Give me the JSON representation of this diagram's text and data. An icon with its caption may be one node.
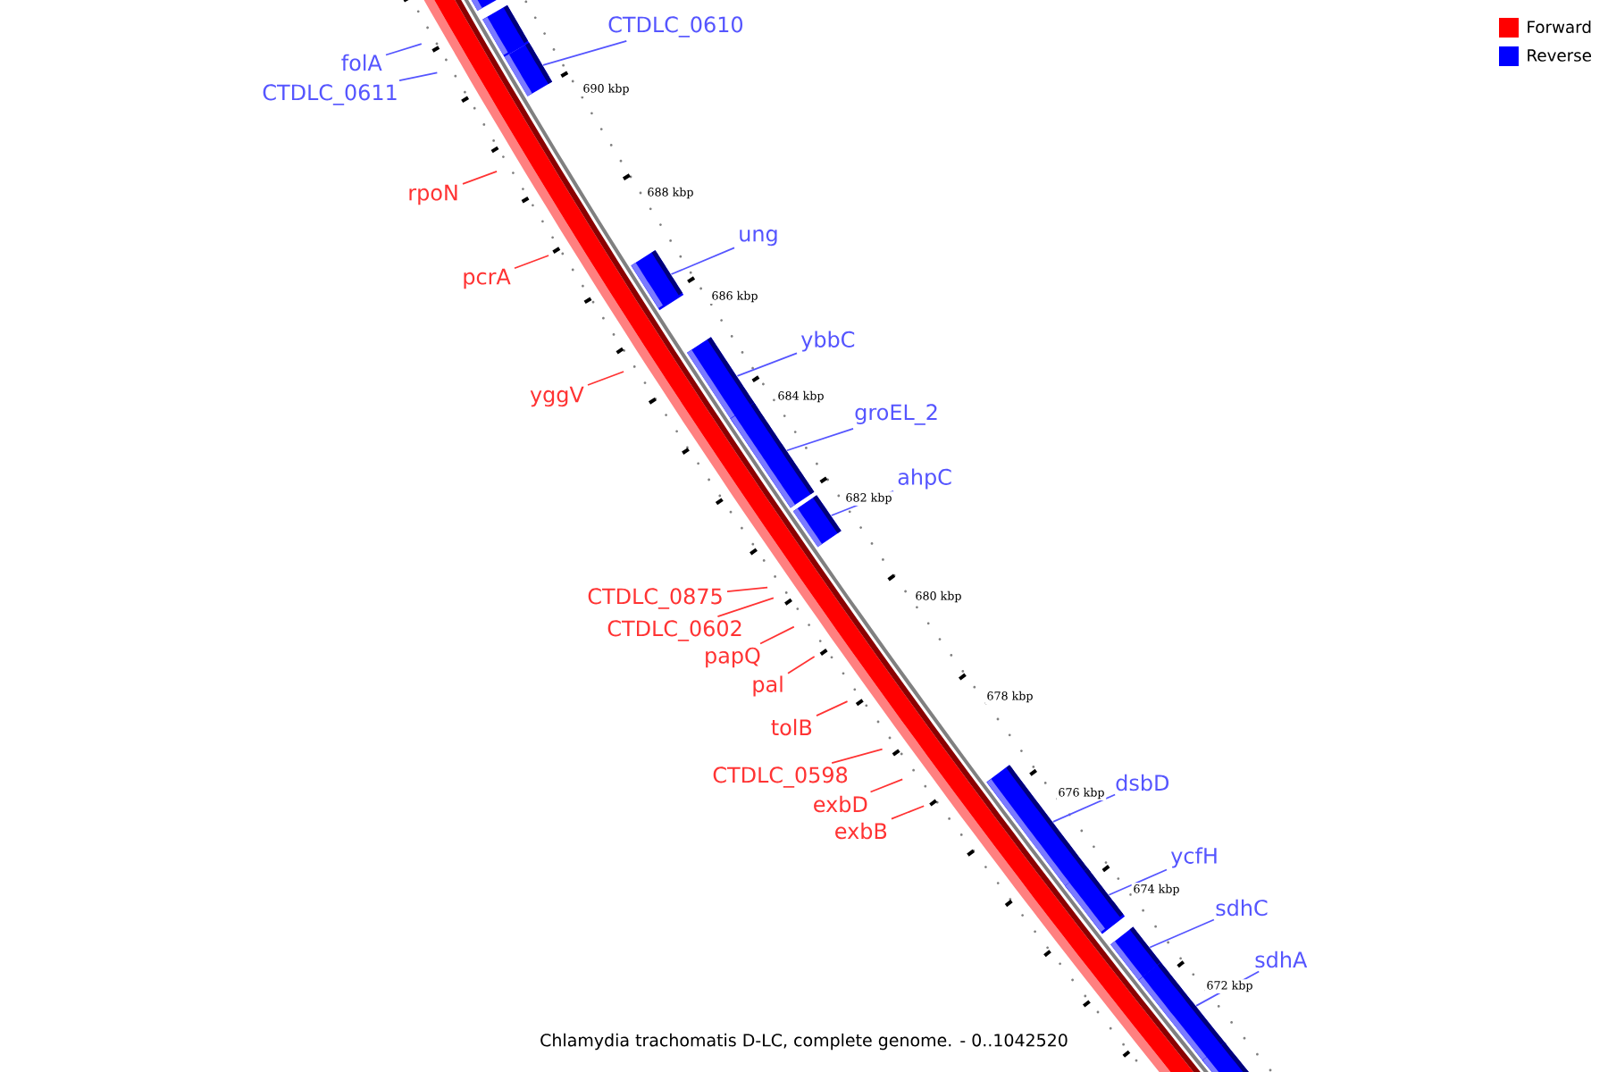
{
  "diagram": {
    "caption": "Chlamydia trachomatis D-LC, complete genome. - 0..1042520",
    "nodes": [
      {
        "text": [
          "CTDLC_0610"
        ]
      },
      {
        "text": [
          "folA"
        ]
      },
      {
        "text": [
          "CTDLC_0611"
        ]
      },
      {
        "text": [
          "rpoN"
        ]
      },
      {
        "text": [
          "ung"
        ]
      },
      {
        "text": [
          "pcrA"
        ]
      },
      {
        "text": [
          "ybbC"
        ]
      },
      {
        "text": [
          "yggV"
        ]
      },
      {
        "text": [
          "groEL_2"
        ]
      },
      {
        "text": [
          "ahpC"
        ]
      },
      {
        "text": [
          "CTDLC_0875"
        ]
      },
      {
        "text": [
          "CTDLC_0602"
        ]
      },
      {
        "text": [
          "papQ"
        ]
      },
      {
        "text": [
          "pal"
        ]
      },
      {
        "text": [
          "tolB"
        ]
      },
      {
        "text": [
          "CTDLC_0598"
        ]
      },
      {
        "text": [
          "dsbD"
        ]
      },
      {
        "text": [
          "exbD"
        ]
      },
      {
        "text": [
          "exbB"
        ]
      },
      {
        "text": [
          "ycfH"
        ]
      },
      {
        "text": [
          "sdhC"
        ]
      },
      {
        "text": [
          "sdhA"
        ]
      },
      {
        "text": [],
        "shape": "box"
      },
      {
        "text": [],
        "shape": "box"
      },
      {
        "text": [],
        "shape": "box"
      },
      {
        "text": [],
        "shape": "box"
      },
      {
        "text": [],
        "shape": "box"
      },
      {
        "text": [],
        "shape": "box"
      },
      {
        "text": [],
        "shape": "box"
      },
      {
        "text": [],
        "shape": "box"
      },
      {
        "text": [],
        "shape": "box"
      },
      {
        "text": [],
        "shape": "box"
      },
      {
        "text": [],
        "shape": "box"
      },
      {
        "text": [],
        "shape": "box"
      }
    ],
    "edges": [
      {
        "from": 0,
        "to": 23,
        "arrow": "none",
        "color": "#5555ff"
      },
      {
        "from": 1,
        "to": null,
        "arrow": "none",
        "color": "#5555ff"
      },
      {
        "from": 2,
        "to": null,
        "arrow": "none",
        "color": "#5555ff"
      },
      {
        "from": 3,
        "to": null,
        "arrow": "none",
        "color": "#ff3333"
      },
      {
        "from": 4,
        "to": 24,
        "arrow": "none",
        "color": "#5555ff"
      },
      {
        "from": 5,
        "to": null,
        "arrow": "none",
        "color": "#ff3333"
      },
      {
        "from": 6,
        "to": 25,
        "arrow": "none",
        "color": "#5555ff"
      },
      {
        "from": 7,
        "to": null,
        "arrow": "none",
        "color": "#ff3333"
      },
      {
        "from": 8,
        "to": 26,
        "arrow": "none",
        "color": "#5555ff"
      },
      {
        "from": 9,
        "to": 27,
        "arrow": "none",
        "color": "#5555ff"
      },
      {
        "from": 10,
        "to": null,
        "arrow": "none",
        "color": "#ff3333"
      },
      {
        "from": 11,
        "to": null,
        "arrow": "none",
        "color": "#ff3333"
      },
      {
        "from": 12,
        "to": null,
        "arrow": "none",
        "color": "#ff3333"
      },
      {
        "from": 13,
        "to": null,
        "arrow": "none",
        "color": "#ff3333"
      },
      {
        "from": 14,
        "to": null,
        "arrow": "none",
        "color": "#ff3333"
      },
      {
        "from": 15,
        "to": null,
        "arrow": "none",
        "color": "#ff3333"
      },
      {
        "from": 16,
        "to": 28,
        "arrow": "none",
        "color": "#5555ff"
      },
      {
        "from": 17,
        "to": null,
        "arrow": "none",
        "color": "#ff3333"
      },
      {
        "from": 18,
        "to": null,
        "arrow": "none",
        "color": "#ff3333"
      },
      {
        "from": 19,
        "to": 29,
        "arrow": "none",
        "color": "#5555ff"
      },
      {
        "from": 20,
        "to": 30,
        "arrow": "none",
        "color": "#5555ff"
      },
      {
        "from": 21,
        "to": 31,
        "arrow": "none",
        "color": "#5555ff"
      }
    ],
    "labels": [
      "690 kbp",
      "688 kbp",
      "686 kbp",
      "684 kbp",
      "682 kbp",
      "680 kbp",
      "678 kbp",
      "676 kbp",
      "674 kbp",
      "672 kbp"
    ],
    "legend": [
      {
        "text": "Forward",
        "color": "#ff0000"
      },
      {
        "text": "Reverse",
        "color": "#0000ff"
      }
    ]
  }
}
